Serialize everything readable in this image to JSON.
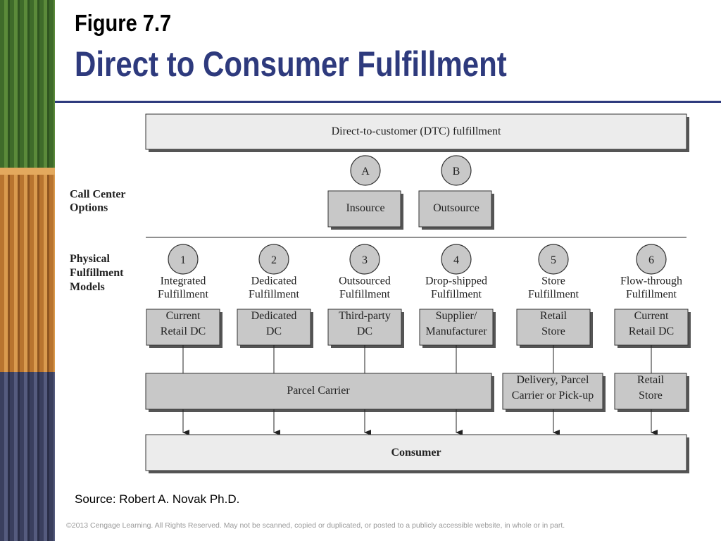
{
  "figure_label": "Figure 7.7",
  "title": "Direct to Consumer Fulfillment",
  "diagram": {
    "top_box": "Direct-to-customer (DTC) fulfillment",
    "call_center_label": [
      "Call Center",
      "Options"
    ],
    "call_center_options": [
      {
        "marker": "A",
        "label": "Insource"
      },
      {
        "marker": "B",
        "label": "Outsource"
      }
    ],
    "physical_label": [
      "Physical",
      "Fulfillment",
      "Models"
    ],
    "models": [
      {
        "marker": "1",
        "name": [
          "Integrated",
          "Fulfillment"
        ],
        "box": [
          "Current",
          "Retail DC"
        ]
      },
      {
        "marker": "2",
        "name": [
          "Dedicated",
          "Fulfillment"
        ],
        "box": [
          "Dedicated",
          "DC"
        ]
      },
      {
        "marker": "3",
        "name": [
          "Outsourced",
          "Fulfillment"
        ],
        "box": [
          "Third-party",
          "DC"
        ]
      },
      {
        "marker": "4",
        "name": [
          "Drop-shipped",
          "Fulfillment"
        ],
        "box": [
          "Supplier/",
          "Manufacturer"
        ]
      },
      {
        "marker": "5",
        "name": [
          "Store",
          "Fulfillment"
        ],
        "box": [
          "Retail",
          "Store"
        ]
      },
      {
        "marker": "6",
        "name": [
          "Flow-through",
          "Fulfillment"
        ],
        "box": [
          "Current",
          "Retail DC"
        ]
      }
    ],
    "carriers": [
      [
        "Parcel Carrier"
      ],
      [
        "Delivery, Parcel",
        "Carrier or Pick-up"
      ],
      [
        "Retail",
        "Store"
      ]
    ],
    "consumer": "Consumer"
  },
  "source": "Source:  Robert A. Novak Ph.D.",
  "copyright": "©2013 Cengage Learning. All Rights Reserved. May not be scanned, copied or duplicated, or posted to a publicly accessible website, in whole or in part.",
  "colors": {
    "title": "#2e3a7d",
    "box_fill": "#c8c8c8",
    "box_light": "#ececec",
    "box_border": "#333333",
    "shadow": "#555555"
  }
}
